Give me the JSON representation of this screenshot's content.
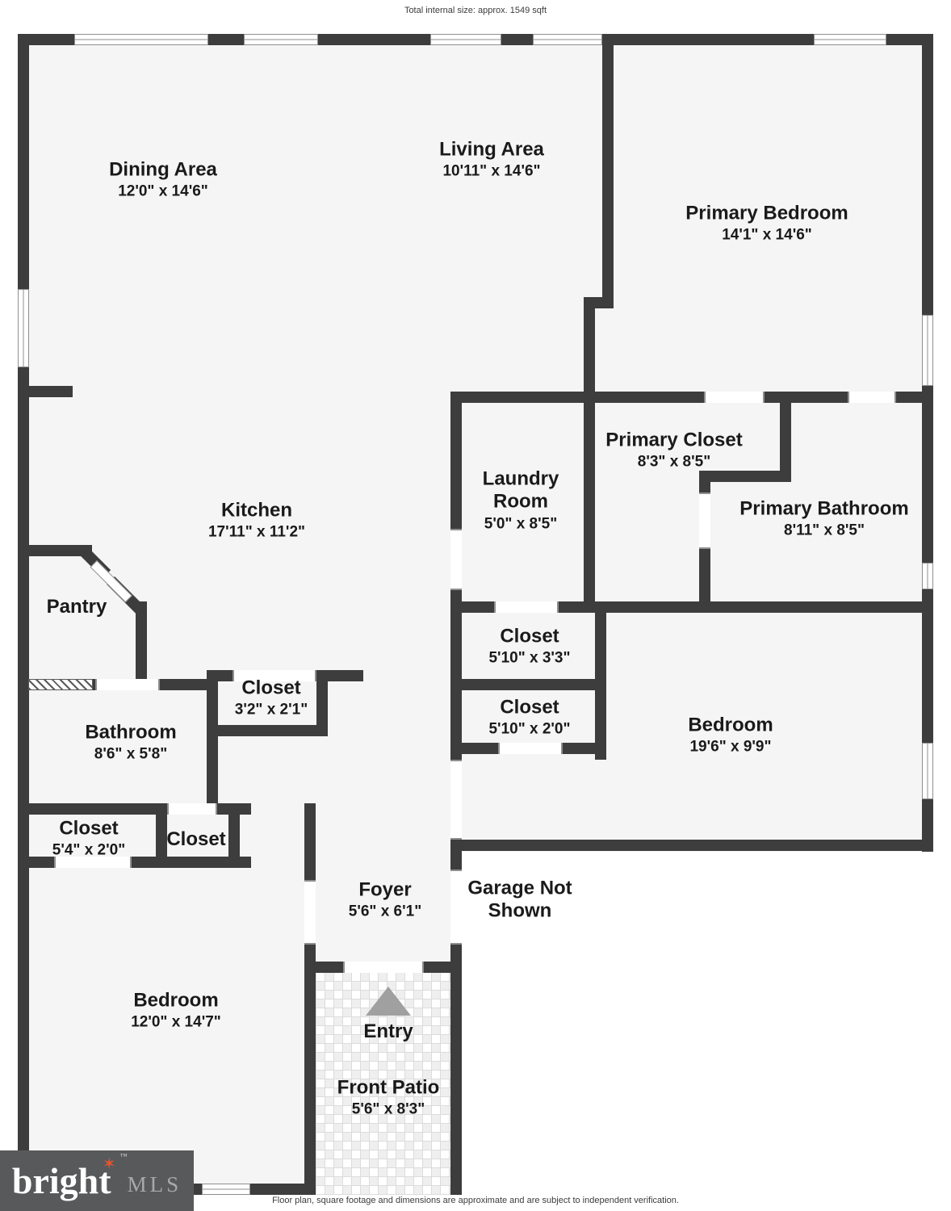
{
  "header": {
    "text": "Total internal size: approx. 1549 sqft"
  },
  "footer": {
    "text": "Floor plan, square footage and dimensions are approximate and are subject to independent verification."
  },
  "logo": {
    "brand": "bright",
    "tm": "™",
    "suffix": "MLS",
    "star": "✶"
  },
  "colors": {
    "wall": "#3d3d3d",
    "room_fill": "#f5f5f5",
    "label_text": "#1a1a1a",
    "logo_bg": "#58595b",
    "logo_star": "#e8542e",
    "logo_mls": "#a7a8aa",
    "patio_tile": "#efefef",
    "entry_arrow": "#a0a0a0"
  },
  "rooms": {
    "dining": {
      "name": "Dining Area",
      "dims": "12'0\" x 14'6\""
    },
    "living": {
      "name": "Living Area",
      "dims": "10'11\" x 14'6\""
    },
    "primary_bedroom": {
      "name": "Primary Bedroom",
      "dims": "14'1\" x 14'6\""
    },
    "laundry": {
      "name": "Laundry Room",
      "dims": "5'0\" x 8'5\""
    },
    "primary_closet": {
      "name": "Primary Closet",
      "dims": "8'3\" x 8'5\""
    },
    "primary_bathroom": {
      "name": "Primary Bathroom",
      "dims": "8'11\" x 8'5\""
    },
    "kitchen": {
      "name": "Kitchen",
      "dims": "17'11\" x 11'2\""
    },
    "pantry": {
      "name": "Pantry",
      "dims": ""
    },
    "closet_a": {
      "name": "Closet",
      "dims": "5'10\" x 3'3\""
    },
    "closet_b": {
      "name": "Closet",
      "dims": "5'10\" x 2'0\""
    },
    "bedroom_right": {
      "name": "Bedroom",
      "dims": "19'6\" x 9'9\""
    },
    "closet_c": {
      "name": "Closet",
      "dims": "3'2\" x 2'1\""
    },
    "bathroom": {
      "name": "Bathroom",
      "dims": "8'6\" x 5'8\""
    },
    "closet_d": {
      "name": "Closet",
      "dims": "5'4\" x 2'0\""
    },
    "closet_e": {
      "name": "Closet",
      "dims": ""
    },
    "foyer": {
      "name": "Foyer",
      "dims": "5'6\" x 6'1\""
    },
    "garage": {
      "name": "Garage Not Shown",
      "dims": ""
    },
    "bedroom_left": {
      "name": "Bedroom",
      "dims": "12'0\" x 14'7\""
    },
    "entry": {
      "name": "Entry",
      "dims": ""
    },
    "front_patio": {
      "name": "Front Patio",
      "dims": "5'6\" x 8'3\""
    }
  }
}
